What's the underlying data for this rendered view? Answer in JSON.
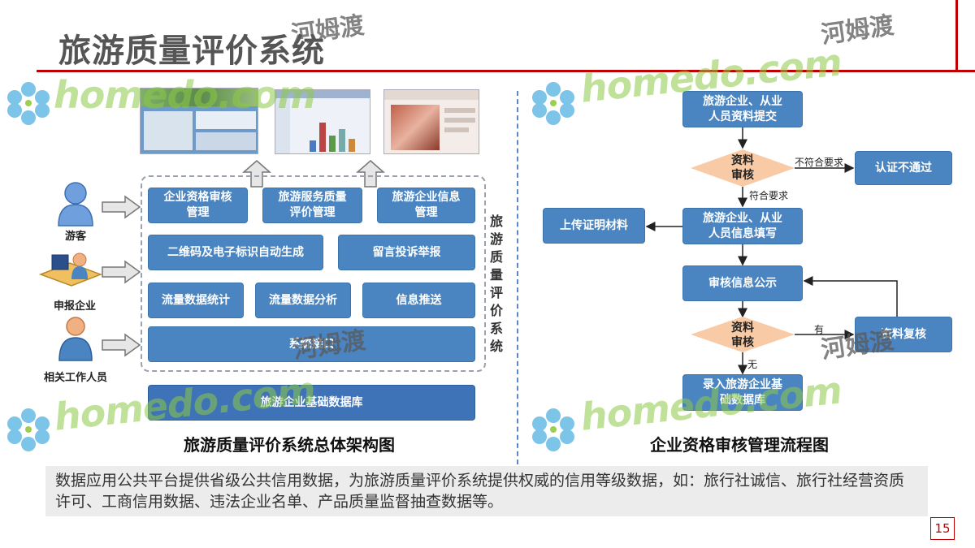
{
  "title": "旅游质量评价系统",
  "left": {
    "users": [
      {
        "label": "游客",
        "icon": "tourist-icon"
      },
      {
        "label": "申报企业",
        "icon": "enterprise-icon"
      },
      {
        "label": "相关工作人员",
        "icon": "staff-icon"
      }
    ],
    "row1": [
      "企业资格审核\n管理",
      "旅游服务质量\n评价管理",
      "旅游企业信息\n管理"
    ],
    "row2": [
      "二维码及电子标识自动生成",
      "留言投诉举报"
    ],
    "row3": [
      "流量数据统计",
      "流量数据分析",
      "信息推送"
    ],
    "row4": "系统接口",
    "vertical_label": "旅游质量评价系统",
    "database": "旅游企业基础数据库",
    "caption": "旅游质量评价系统总体架构图"
  },
  "right": {
    "step1": "旅游企业、从业\n人员资料提交",
    "diamond1": "资料\n审核",
    "fail_label": "不符合要求",
    "fail_box": "认证不通过",
    "pass_label": "符合要求",
    "step2": "旅游企业、从业\n人员信息填写",
    "upload": "上传证明材料",
    "step3": "审核信息公示",
    "diamond2": "资料\n审核",
    "yes_label": "有",
    "recheck": "资料复核",
    "no_label": "无",
    "step4": "录入旅游企业基\n础数据库",
    "caption": "企业资格审核管理流程图"
  },
  "note": "数据应用公共平台提供省级公共信用数据，为旅游质量评价系统提供权威的信用等级数据，如：旅行社诚信、旅行社经营资质许可、工商信用数据、违法企业名单、产品质量监督抽查数据等。",
  "page_number": "15",
  "watermark": {
    "latin": "homedo.com",
    "cn": "河姆渡"
  },
  "colors": {
    "accent": "#c00000",
    "box": "#4a85c2",
    "diamond": "#f8cba6"
  }
}
